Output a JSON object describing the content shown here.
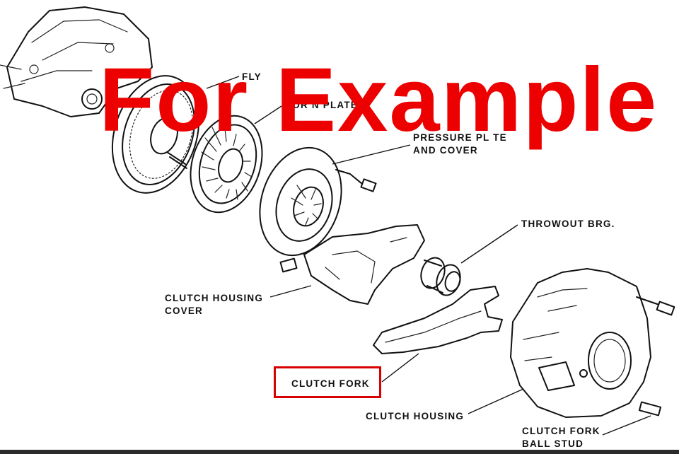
{
  "watermark": "For Example",
  "highlight_color": "#d80000",
  "watermark_color": "#ec0000",
  "labels": {
    "flywheel": "FLY",
    "driven_plate": "DR    N PLATE",
    "pressure_plate_line1": "PRESSURE PL  TE",
    "pressure_plate_line2": "AND COVER",
    "throwout": "THROWOUT BRG.",
    "housing_cover_line1": "CLUTCH HOUSING",
    "housing_cover_line2": "COVER",
    "clutch_fork": "CLUTCH FORK",
    "clutch_housing": "CLUTCH HOUSING",
    "ball_stud_line1": "CLUTCH FORK",
    "ball_stud_line2": "BALL STUD"
  }
}
